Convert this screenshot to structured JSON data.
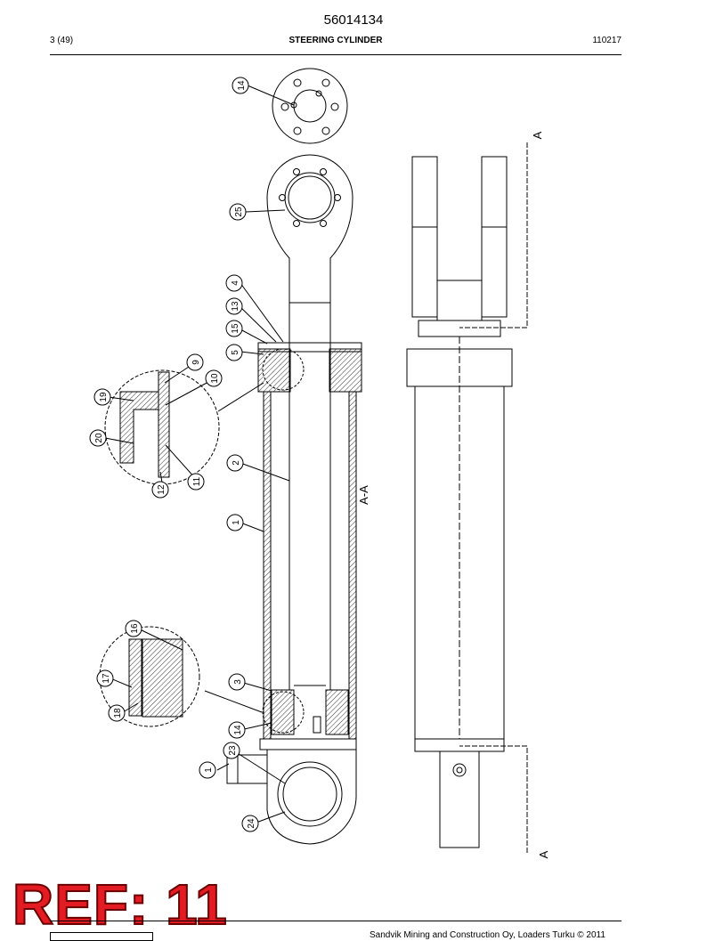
{
  "header": {
    "part_number": "56014134",
    "page": "3 (49)",
    "title": "STEERING CYLINDER",
    "code": "110217"
  },
  "drawing": {
    "section_marker": "A",
    "section_label": "A-A",
    "balloons": [
      "14",
      "25",
      "4",
      "13",
      "15",
      "5",
      "9",
      "10",
      "19",
      "20",
      "11",
      "12",
      "2",
      "1",
      "16",
      "17",
      "18",
      "3",
      "14",
      "23",
      "1",
      "24"
    ]
  },
  "footer": {
    "copyright": "Sandvik Mining and Construction Oy, Loaders Turku © 2011"
  },
  "stamp": {
    "text": "REF: 11"
  }
}
